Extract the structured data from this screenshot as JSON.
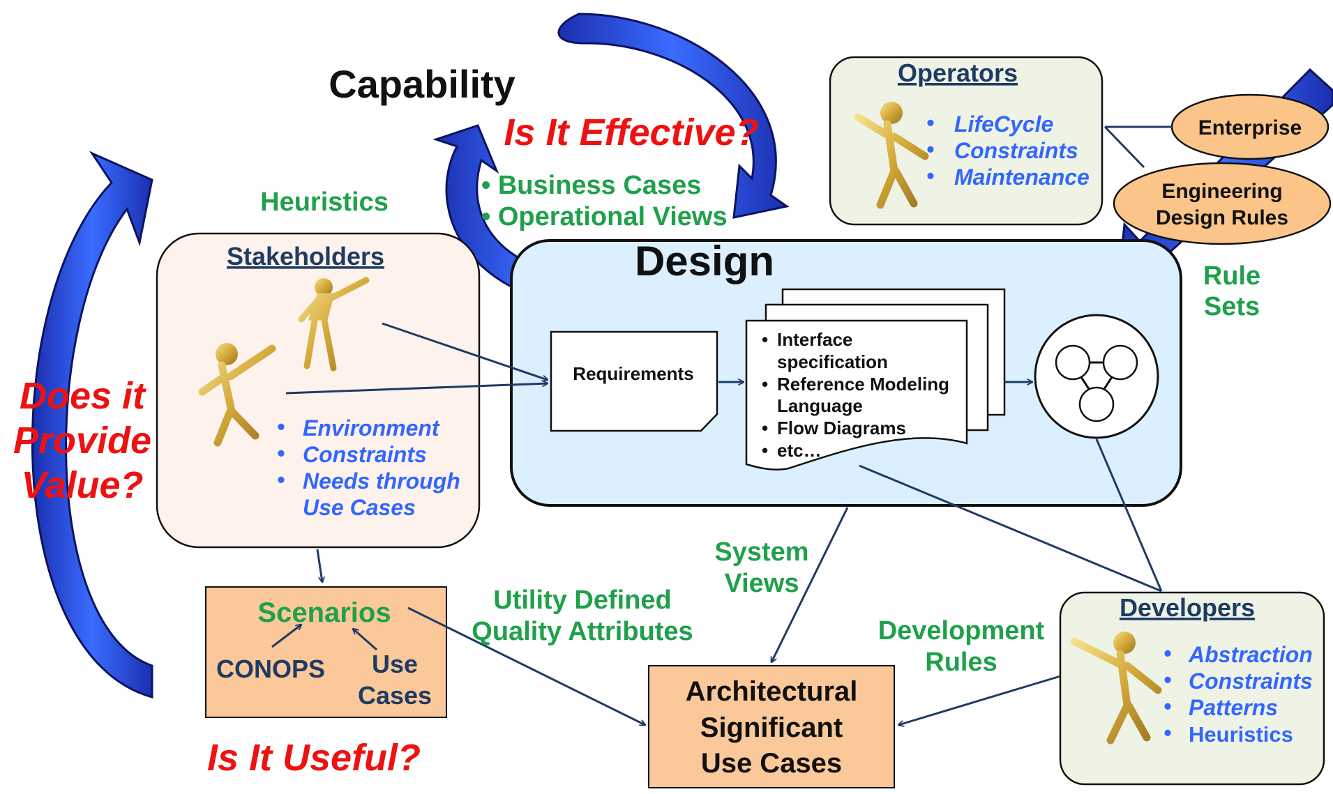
{
  "top": {
    "capability": "Capability",
    "is_effective": "Is It Effective?",
    "business_cases": "• Business Cases",
    "operational_views": "• Operational Views",
    "heuristics": "Heuristics"
  },
  "left": {
    "value_q_line1": "Does it",
    "value_q_line2": "Provide",
    "value_q_line3": "Value?",
    "useful_q": "Is It Useful?"
  },
  "stakeholders": {
    "title": "Stakeholders",
    "bullet": "•",
    "items": [
      "Environment",
      "Constraints",
      "Needs through",
      "Use Cases"
    ]
  },
  "operators": {
    "title": "Operators",
    "bullet": "•",
    "items": [
      "LifeCycle",
      "Constraints",
      "Maintenance"
    ]
  },
  "developers": {
    "title": "Developers",
    "bullet": "•",
    "items": [
      "Abstraction",
      "Constraints",
      "Patterns",
      "Heuristics"
    ]
  },
  "ellipses": {
    "enterprise": "Enterprise",
    "eng_line1": "Engineering",
    "eng_line2": "Design Rules"
  },
  "rule_sets": {
    "line1": "Rule",
    "line2": "Sets"
  },
  "design": {
    "title": "Design",
    "requirements": "Requirements",
    "spec_bullet": "•",
    "spec_lines": [
      "Interface",
      "specification",
      "Reference Modeling",
      "Language",
      "Flow Diagrams",
      "etc…"
    ]
  },
  "scenarios": {
    "title": "Scenarios",
    "conops": "CONOPS",
    "use_line1": "Use",
    "use_line2": "Cases"
  },
  "labels": {
    "utility_line1": "Utility Defined",
    "utility_line2": "Quality Attributes",
    "system_line1": "System",
    "system_line2": "Views",
    "devrules_line1": "Development",
    "devrules_line2": "Rules"
  },
  "asuc": {
    "line1": "Architectural",
    "line2": "Significant",
    "line3": "Use Cases"
  },
  "colors": {
    "arrow_blue": "#2a52e8",
    "header_navy": "#1f3b63",
    "bullet_blue": "#3366ff",
    "green_text": "#1fa04b",
    "red_text": "#ee1111",
    "design_fill": "#dcefff",
    "stakeholder_fill": "#fdf2ec",
    "role_fill": "#eef3e6",
    "ellipse_fill": "#fbc58a",
    "scenario_fill": "#fbc89a"
  }
}
